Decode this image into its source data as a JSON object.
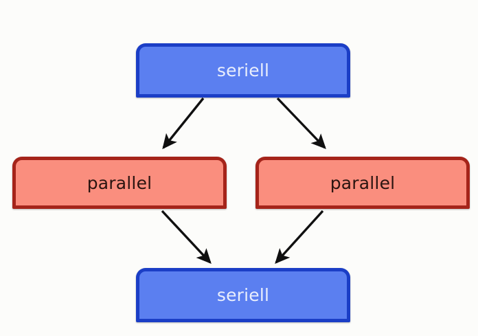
{
  "diagram": {
    "title": "seriell-parallel-seriell flow diagram",
    "background_color": "#fcfcfa",
    "nodes": [
      {
        "id": "seriell-top",
        "label": "seriell",
        "type": "seriell",
        "fill": "#5b7ff0",
        "border": "#1b3ec6",
        "text_color": "#e9eefc"
      },
      {
        "id": "parallel-left",
        "label": "parallel",
        "type": "parallel",
        "fill": "#fa8e7e",
        "border": "#a5241a",
        "text_color": "#2a1410"
      },
      {
        "id": "parallel-right",
        "label": "parallel",
        "type": "parallel",
        "fill": "#fa8e7e",
        "border": "#a5241a",
        "text_color": "#2a1410"
      },
      {
        "id": "seriell-bottom",
        "label": "seriell",
        "type": "seriell",
        "fill": "#5b7ff0",
        "border": "#1b3ec6",
        "text_color": "#e9eefc"
      }
    ],
    "edges": [
      {
        "id": "edge-top-to-left",
        "from": "seriell-top",
        "to": "parallel-left",
        "color": "#101010"
      },
      {
        "id": "edge-top-to-right",
        "from": "seriell-top",
        "to": "parallel-right",
        "color": "#101010"
      },
      {
        "id": "edge-left-to-bottom",
        "from": "parallel-left",
        "to": "seriell-bottom",
        "color": "#101010"
      },
      {
        "id": "edge-right-to-bottom",
        "from": "parallel-right",
        "to": "seriell-bottom",
        "color": "#101010"
      }
    ]
  }
}
